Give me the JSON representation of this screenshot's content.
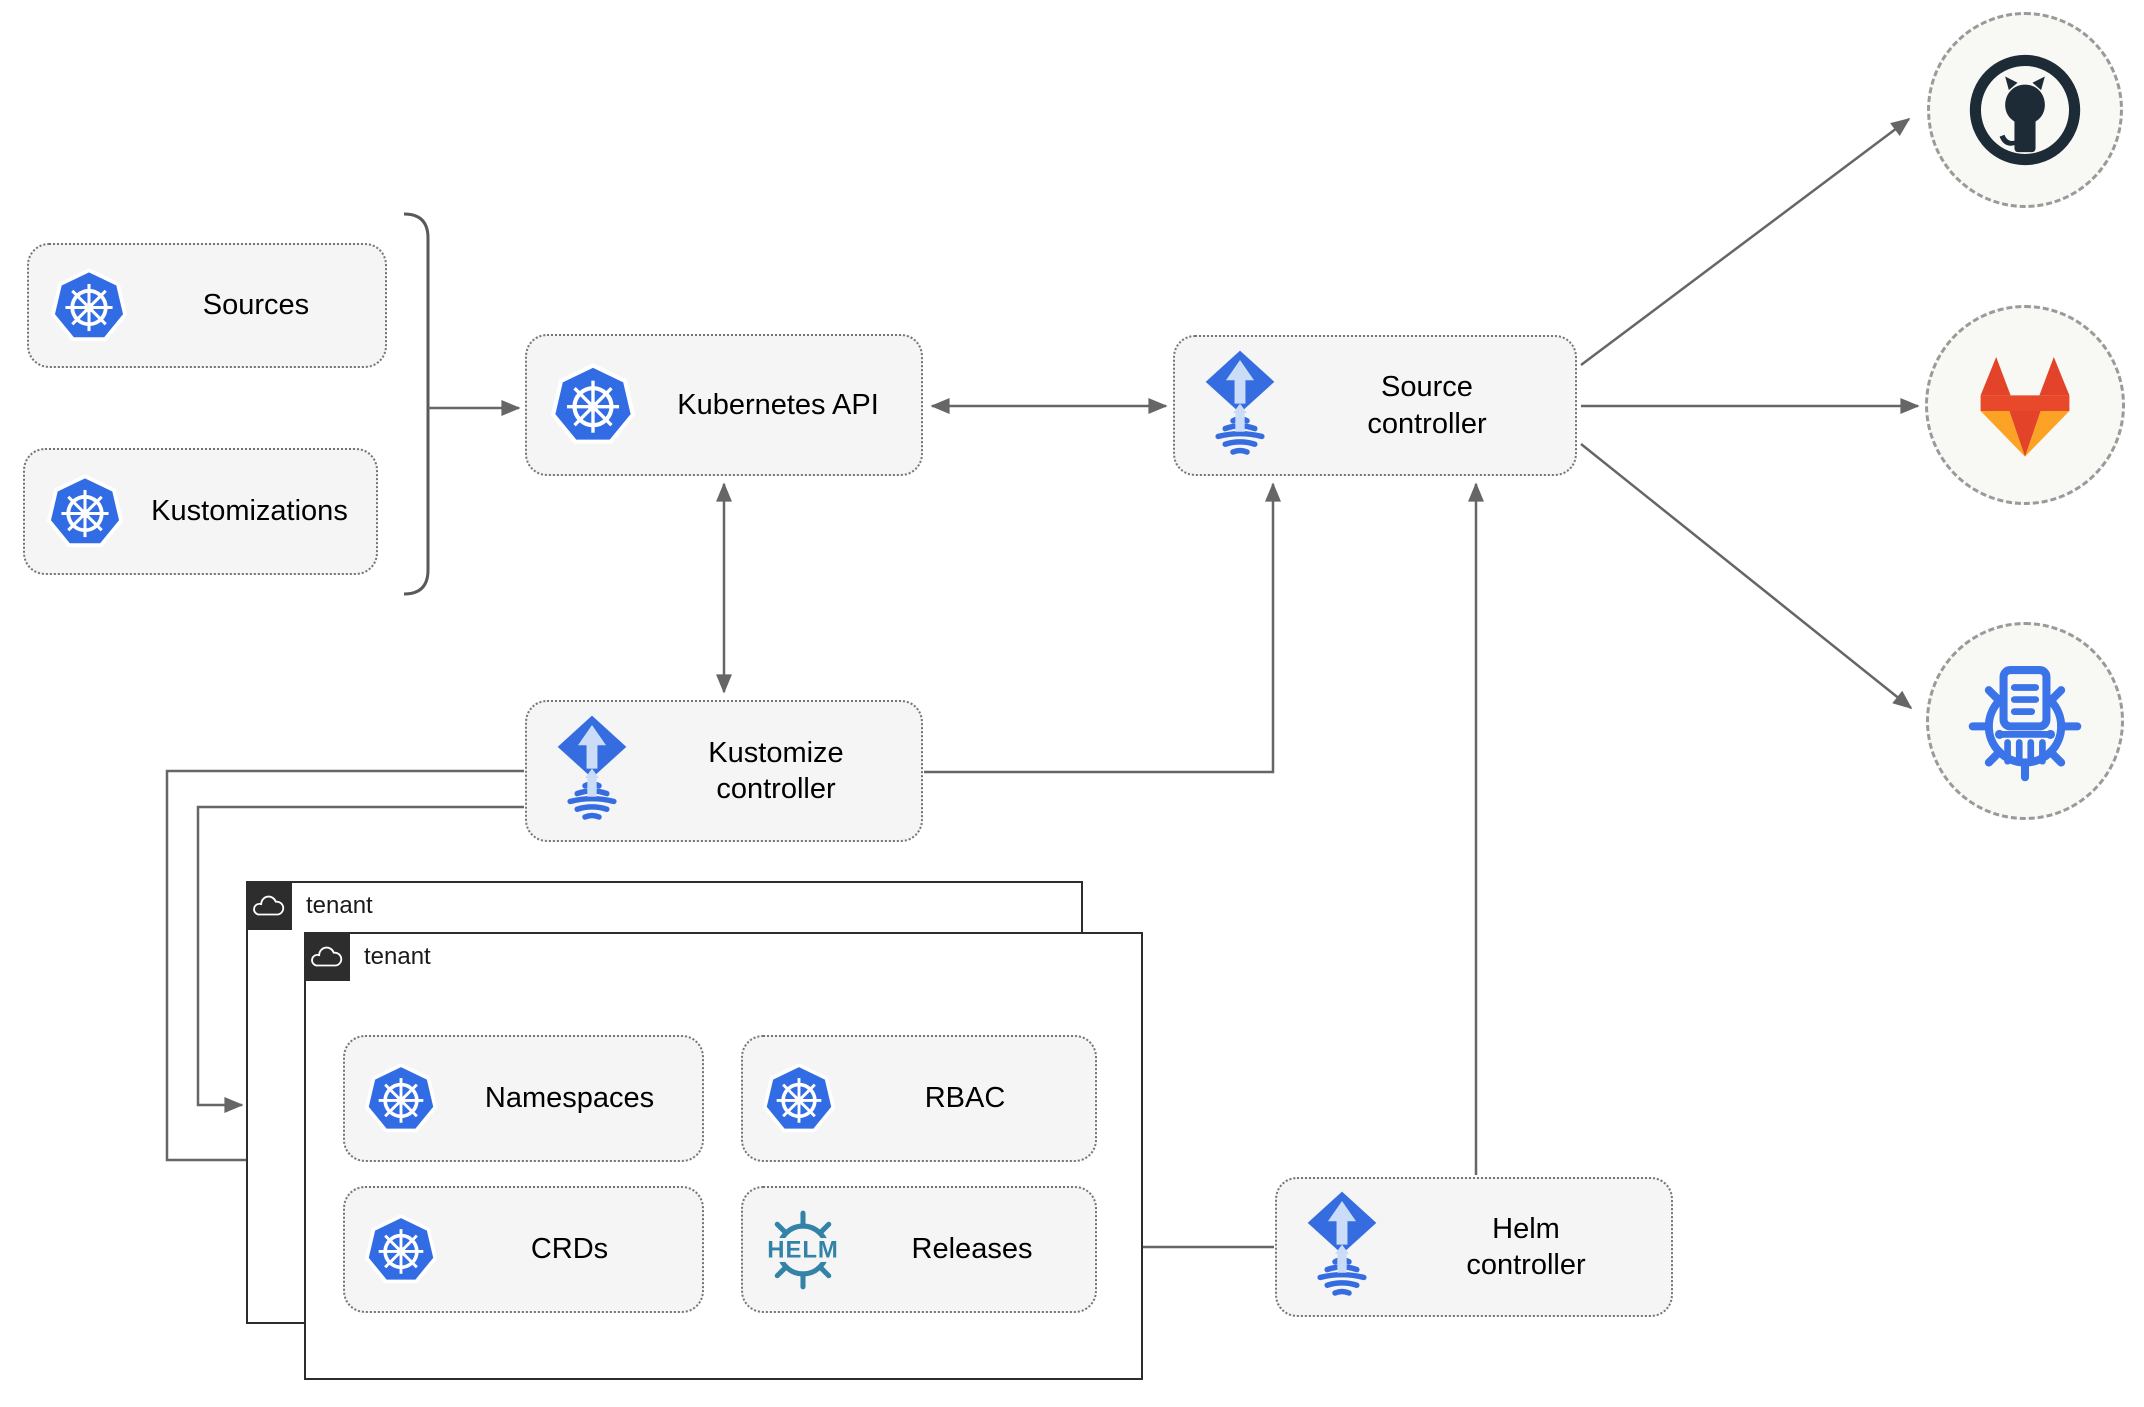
{
  "nodes": {
    "sources": "Sources",
    "kustomizations": "Kustomizations",
    "kubernetes_api": "Kubernetes API",
    "source_controller": "Source\ncontroller",
    "kustomize_controller": "Kustomize\ncontroller",
    "helm_controller": "Helm\ncontroller",
    "namespaces": "Namespaces",
    "rbac": "RBAC",
    "crds": "CRDs",
    "releases": "Releases"
  },
  "tenants": {
    "back": "tenant",
    "front": "tenant"
  },
  "icons": {
    "helm_wheel_text": "HELM",
    "kubernetes": "kubernetes-wheel",
    "flux": "flux-diamond-arrow",
    "cloud": "cloud-outline",
    "github": "github-octocat",
    "gitlab": "gitlab-tanuki",
    "helm_repository": "chart-repository-wheel"
  },
  "colors": {
    "kubernetes_blue": "#326ce5",
    "flux_blue": "#356de0",
    "flux_light": "#cadcf8",
    "helm_teal": "#3383a8",
    "github_dark": "#1d2b36",
    "gitlab_red": "#e24329",
    "gitlab_orange": "#fc6d26",
    "gitlab_amber": "#fca326",
    "chart_repo_blue": "#3b74e8",
    "connector_gray": "#666666",
    "node_fill": "#f5f5f5",
    "tenant_border": "#2d2d2d"
  }
}
